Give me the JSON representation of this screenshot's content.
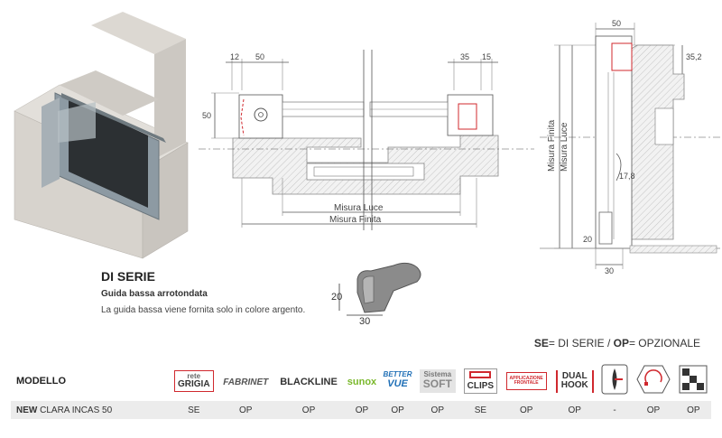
{
  "drawings": {
    "plan_top_dims": [
      "12",
      "50",
      "35",
      "15"
    ],
    "plan_side_dim": "50",
    "plan_misura_luce": "Misura Luce",
    "plan_misura_finita": "Misura Finita",
    "section_top_dim": "50",
    "section_right_dim": "35,2",
    "section_vertical_labels": [
      "Misura Finita",
      "Misura Luce"
    ],
    "section_inner_dim": "17,8",
    "section_small_dim": "20",
    "section_bottom_dim": "30",
    "guide_dims": [
      "20",
      "30"
    ]
  },
  "di_serie": {
    "title": "DI SERIE",
    "guide_name": "Guida bassa arrotondata",
    "guide_description": "La guida bassa viene fornita solo in colore argento."
  },
  "legend": {
    "se_code": "SE",
    "se_text": "= DI SERIE / ",
    "op_code": "OP",
    "op_text": "= OPZIONALE"
  },
  "table": {
    "model_header": "MODELLO",
    "features": [
      {
        "name": "rete-grigia",
        "line1": "rete",
        "line2": "GRIGIA"
      },
      {
        "name": "fabrinet",
        "line1": "FABRINET"
      },
      {
        "name": "blackline",
        "line1": "BLACK",
        "line2": "LINE"
      },
      {
        "name": "sunox",
        "line1": "sunox"
      },
      {
        "name": "better-vue",
        "line1": "BETTER",
        "line2": "VUE"
      },
      {
        "name": "sistema-soft",
        "line1": "Sistema",
        "line2": "SOFT"
      },
      {
        "name": "clips",
        "line1": "CLIPS"
      },
      {
        "name": "applicazione-frontale",
        "line1": "APPLICAZIONE",
        "line2": "FRONTALE"
      },
      {
        "name": "dual-hook",
        "line1": "DUAL",
        "line2": "HOOK"
      },
      {
        "name": "handle-icon",
        "icon": "handle-icon"
      },
      {
        "name": "rotation-icon",
        "icon": "rotation-icon"
      },
      {
        "name": "pattern-icon",
        "icon": "pattern-icon"
      }
    ],
    "row": {
      "model_prefix": "NEW",
      "model_rest": " CLARA INCAS 50",
      "values": [
        "SE",
        "OP",
        "OP",
        "OP",
        "OP",
        "OP",
        "SE",
        "OP",
        "OP",
        "-",
        "OP",
        "OP"
      ]
    },
    "colors": {
      "accent": "#d0282e",
      "row_bg": "#ececec",
      "sunox": "#7ab82b",
      "better_vue": "#1f6fb6"
    }
  }
}
